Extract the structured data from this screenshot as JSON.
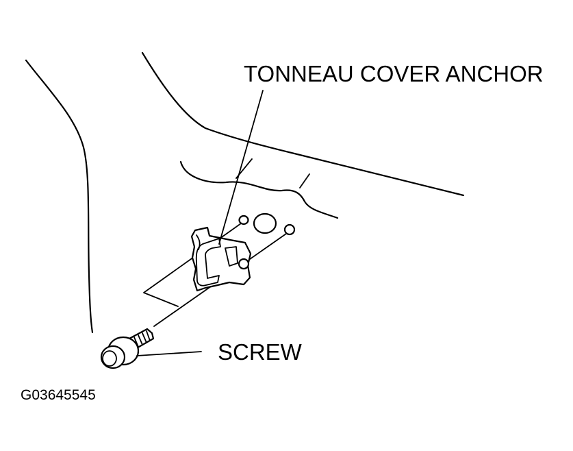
{
  "labels": {
    "anchor": "TONNEAU COVER ANCHOR",
    "screw": "SCREW",
    "figure_id": "G03645545"
  },
  "colors": {
    "ink": "#000000",
    "background": "#ffffff"
  }
}
